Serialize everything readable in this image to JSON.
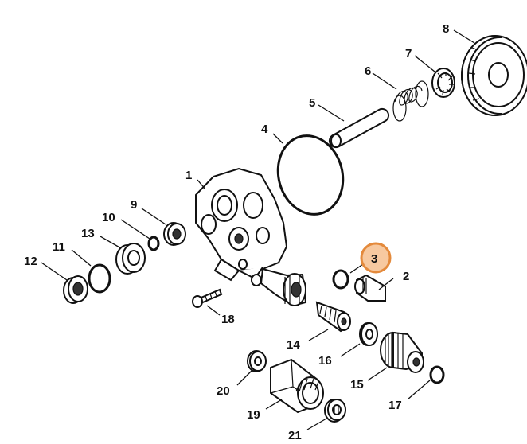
{
  "colors": {
    "highlight_fill": "#f7c9a0",
    "highlight_stroke": "#e48a3c",
    "line": "#111111"
  },
  "highlighted_part": "3",
  "callouts": [
    {
      "id": "1",
      "label": "1",
      "part": "pump-housing"
    },
    {
      "id": "2",
      "label": "2",
      "part": "plug"
    },
    {
      "id": "3",
      "label": "3",
      "part": "o-ring"
    },
    {
      "id": "4",
      "label": "4",
      "part": "large-o-ring"
    },
    {
      "id": "5",
      "label": "5",
      "part": "pin"
    },
    {
      "id": "6",
      "label": "6",
      "part": "spring"
    },
    {
      "id": "7",
      "label": "7",
      "part": "spring-washer"
    },
    {
      "id": "8",
      "label": "8",
      "part": "ring-nut"
    },
    {
      "id": "9",
      "label": "9",
      "part": "seal"
    },
    {
      "id": "10",
      "label": "10",
      "part": "o-ring"
    },
    {
      "id": "11",
      "label": "11",
      "part": "o-ring"
    },
    {
      "id": "12",
      "label": "12",
      "part": "seal"
    },
    {
      "id": "13",
      "label": "13",
      "part": "bushing"
    },
    {
      "id": "14",
      "label": "14",
      "part": "nozzle-insert"
    },
    {
      "id": "15",
      "label": "15",
      "part": "connector"
    },
    {
      "id": "16",
      "label": "16",
      "part": "washer"
    },
    {
      "id": "17",
      "label": "17",
      "part": "o-ring"
    },
    {
      "id": "18",
      "label": "18",
      "part": "screw"
    },
    {
      "id": "19",
      "label": "19",
      "part": "union-nut"
    },
    {
      "id": "20",
      "label": "20",
      "part": "washer"
    },
    {
      "id": "21",
      "label": "21",
      "part": "strainer-disc"
    }
  ]
}
